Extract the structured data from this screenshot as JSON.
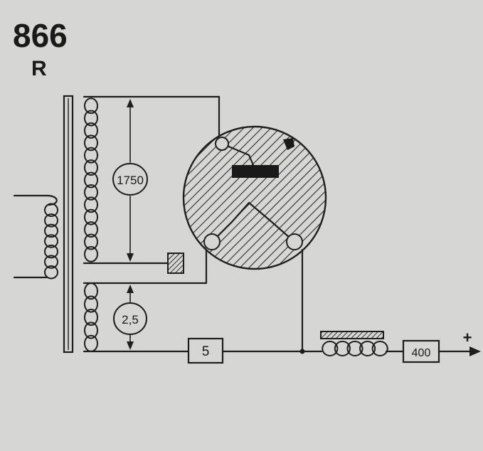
{
  "diagram": {
    "tube_type": "866",
    "tube_suffix": "R",
    "plate_winding_voltage": "1750",
    "filament_winding_voltage": "2,5",
    "filament_resistor": "5",
    "output_resistor": "400",
    "output_polarity": "+"
  }
}
